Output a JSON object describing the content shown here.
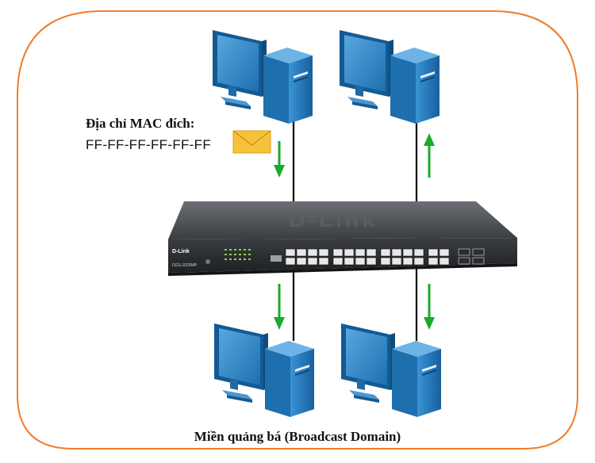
{
  "mac_label": {
    "title": "Địa chỉ MAC đích:",
    "value": "FF-FF-FF-FF-FF-FF"
  },
  "switch_labels": {
    "brand": "D-Link",
    "top_logo": "D-Link",
    "model": "DGS-1026MP"
  },
  "caption": "Miền quảng bá (Broadcast Domain)",
  "colors": {
    "domain_border": "#f07d2a",
    "arrow": "#1aaa2a",
    "monitor_blue": "#2f86c8",
    "tower_blue": "#1e74b8",
    "envelope": "#f6c23a",
    "switch_body": "#2f3235"
  },
  "icons": {
    "computers": [
      "computer-icon",
      "computer-icon",
      "computer-icon",
      "computer-icon"
    ],
    "envelope": "envelope-icon",
    "switch": "network-switch-icon"
  }
}
